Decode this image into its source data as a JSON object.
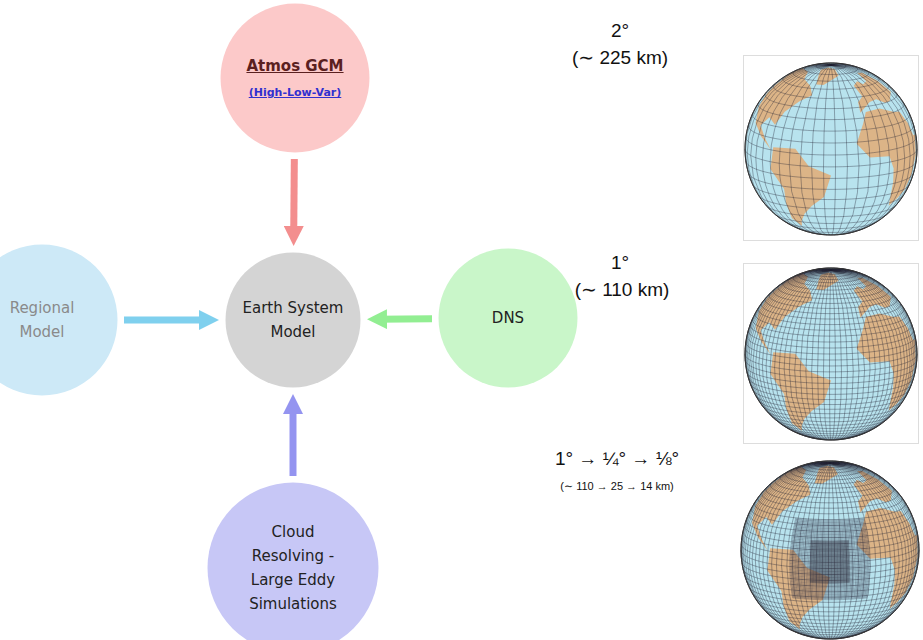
{
  "diagram": {
    "nodes": [
      {
        "text": [
          "Atmos GCM",
          "(High-Low-Var)"
        ]
      },
      {
        "text": [
          "Regional Model"
        ]
      },
      {
        "text": [
          "Earth System Model"
        ]
      },
      {
        "text": [
          "DNS"
        ]
      },
      {
        "text": [
          "Cloud Resolving - Large Eddy Simulations"
        ]
      }
    ],
    "edges": [
      {
        "from": 0,
        "to": 2,
        "arrow": "to"
      },
      {
        "from": 1,
        "to": 2,
        "arrow": "to"
      },
      {
        "from": 3,
        "to": 2,
        "arrow": "to"
      },
      {
        "from": 4,
        "to": 2,
        "arrow": "to"
      }
    ],
    "labels": [
      "2°",
      "(∼ 225 km)",
      "1°",
      "(∼ 110 km)",
      "1° → ¼° → ⅛°",
      "(∼ 110 → 25 → 14 km)"
    ]
  }
}
